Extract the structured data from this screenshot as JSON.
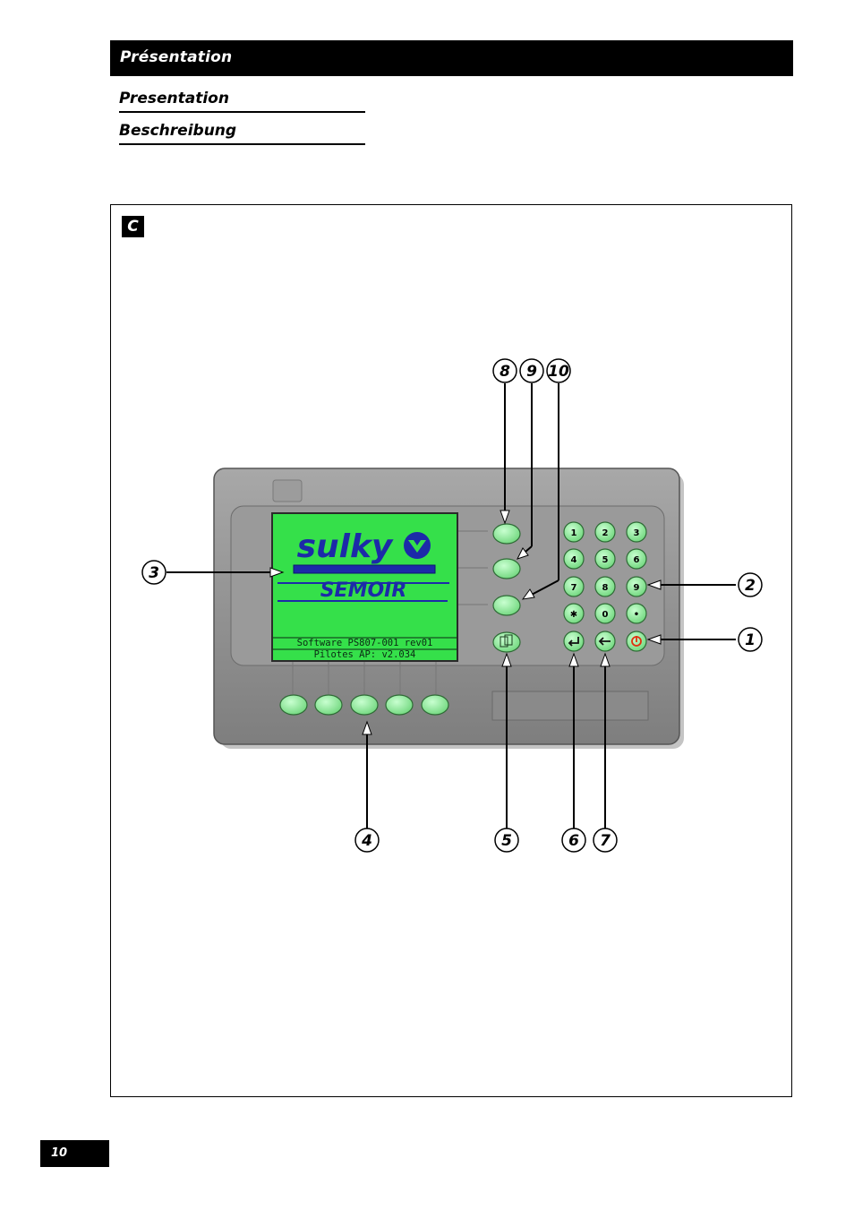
{
  "header": {
    "title": "Présentation"
  },
  "subtitles": [
    "Presentation",
    "Beschreibung"
  ],
  "figure": {
    "label": "C",
    "screen": {
      "brand": "sulky",
      "product": "SEMOIR",
      "line1": "Software PS807-001 rev01",
      "line2": "Pilotes AP: v2.034",
      "color": "#35e04a"
    },
    "keypad": [
      "1",
      "2",
      "3",
      "4",
      "5",
      "6",
      "7",
      "8",
      "9",
      "✱",
      "0",
      "•"
    ],
    "callouts": {
      "c1": "1",
      "c2": "2",
      "c3": "3",
      "c4": "4",
      "c5": "5",
      "c6": "6",
      "c7": "7",
      "c8": "8",
      "c9": "9",
      "c10": "10"
    },
    "colors": {
      "button_green": "#9af0a0",
      "body": "#8e8e8e",
      "bezel": "#9d9d9d"
    }
  },
  "page_number": "10"
}
